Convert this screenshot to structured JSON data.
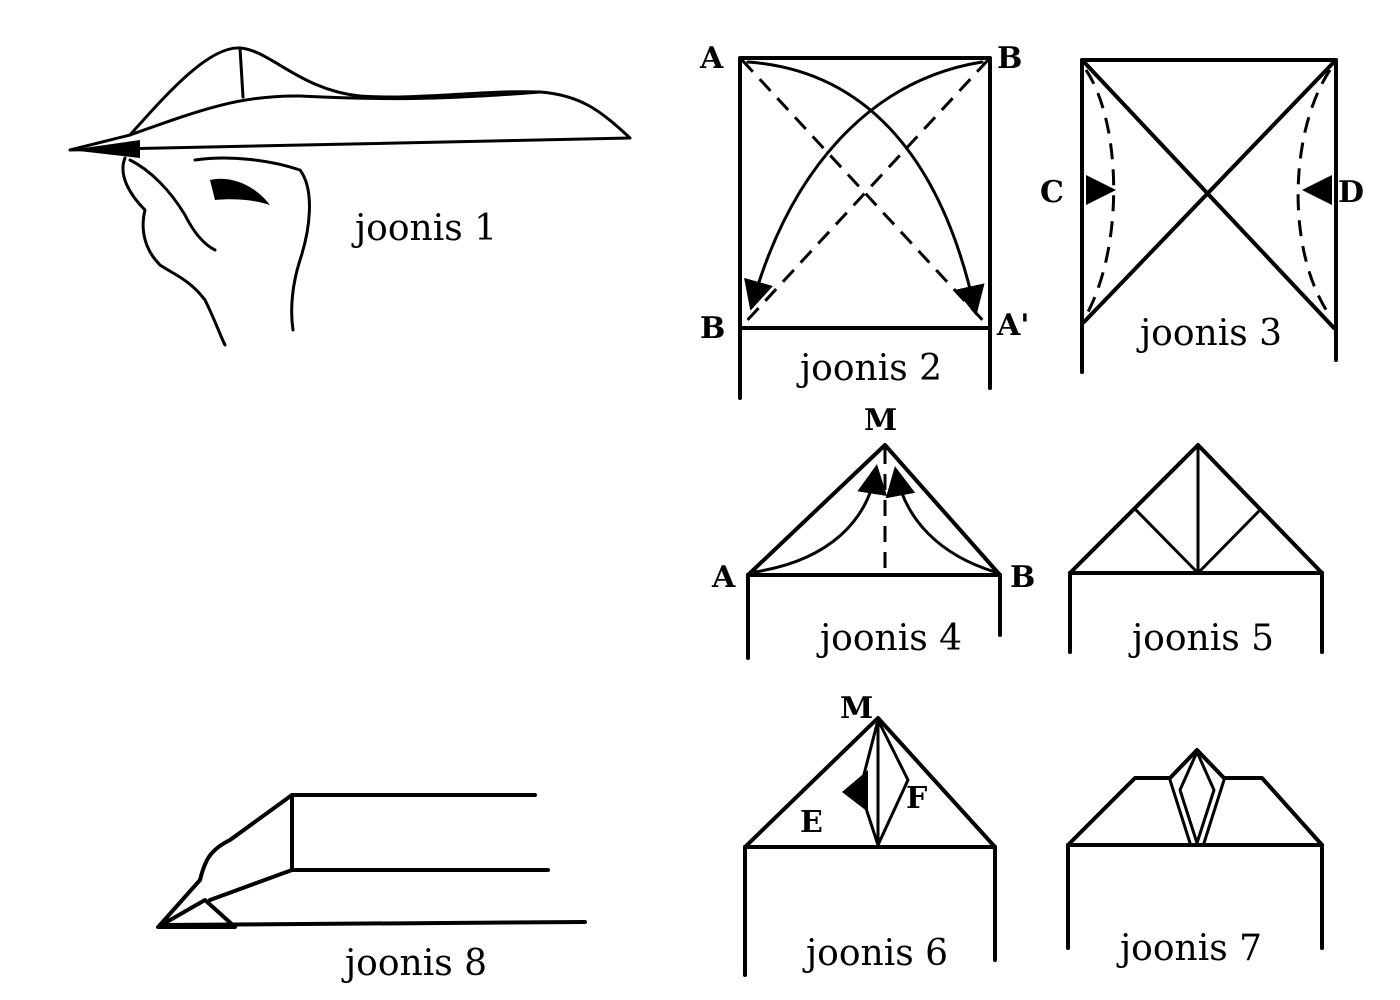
{
  "figures": [
    {
      "caption": "joonis 1"
    },
    {
      "caption": "joonis 2",
      "labels": [
        "A",
        "B",
        "B",
        "A'"
      ]
    },
    {
      "caption": "joonis 3",
      "labels": [
        "C",
        "D"
      ]
    },
    {
      "caption": "joonis 4",
      "labels": [
        "M",
        "A",
        "B"
      ]
    },
    {
      "caption": "joonis 5"
    },
    {
      "caption": "joonis 6",
      "labels": [
        "M",
        "E",
        "F"
      ]
    },
    {
      "caption": "joonis 7"
    },
    {
      "caption": "joonis 8"
    }
  ]
}
